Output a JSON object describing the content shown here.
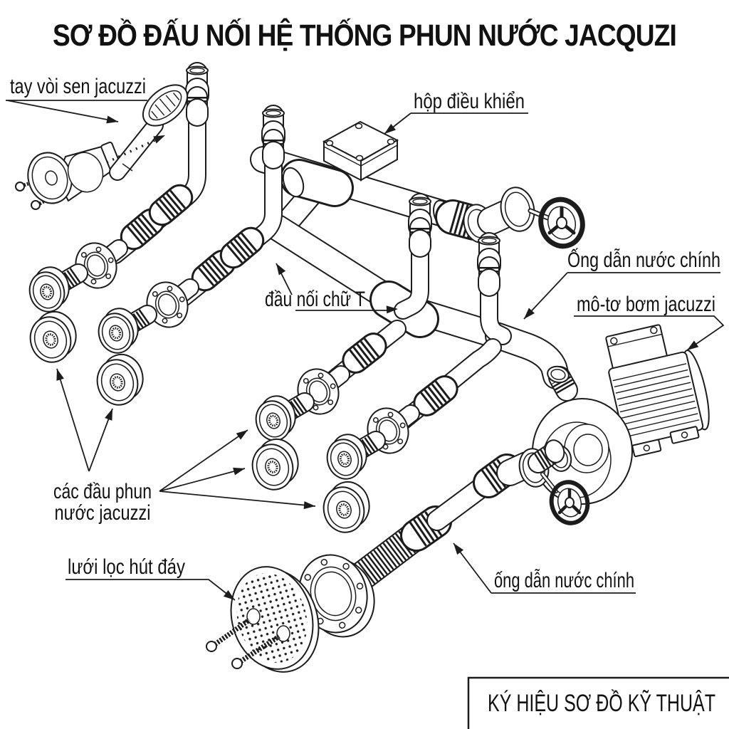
{
  "page": {
    "background": "#ffffff",
    "ink": "#1c1c1c"
  },
  "title": "SƠ ĐỒ ĐẤU NỐI HỆ THỐNG PHUN NƯỚC JACQUZI",
  "labels": {
    "shower_handle": "tay vòi sen jacuzzi",
    "control_box": "hộp điều khiển",
    "t_connector": "đầu nối chữ T",
    "main_pipe_upper": "Ống dẫn nước chính",
    "pump_motor": "mô-tơ bơm jacuzzi",
    "jets_line1": "các đầu phun",
    "jets_line2": "nước jacuzzi",
    "bottom_strainer": "lưới lọc hút đáy",
    "main_pipe_lower": "ống dẫn nước chính",
    "legend": "KÝ HIỆU SƠ ĐỒ KỸ THUẬT"
  }
}
